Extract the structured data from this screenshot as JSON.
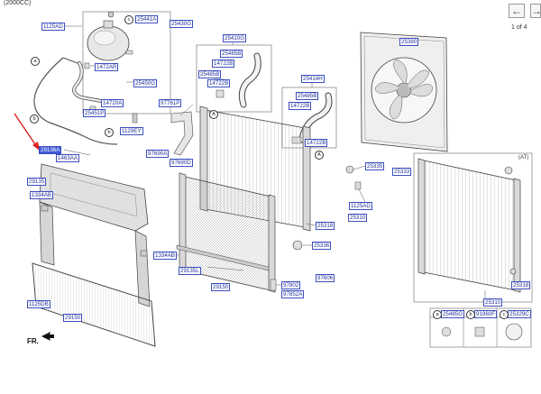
{
  "header": {
    "engine_label": "(2000CC)",
    "pager": "1 of 4"
  },
  "nav": {
    "prev_icon": "arrow-left-icon",
    "next_icon": "arrow-right-icon",
    "prev_glyph": "←",
    "next_glyph": "→"
  },
  "highlight_color": "#3f5bd8",
  "part_labels": {
    "p1125AD_a": "1125AD",
    "p25441A": "25441A",
    "p25430G": "25430G",
    "p1472AR": "1472AR",
    "p25450G": "25450G",
    "p14720A": "14720A",
    "p25451P": "25451P",
    "p25410G": "25410G",
    "p25485B_a": "25485B",
    "p14722B_a": "14722B",
    "p25485B_b": "25485B",
    "p14722B_b": "14722B",
    "p25414H": "25414H",
    "p25485B_c": "25485B",
    "p14722B_c": "14722B",
    "p14722B_d": "14722B",
    "p25380": "25380",
    "p97761P": "97761P",
    "p1129EY": "1129EY",
    "p97690A": "97690A",
    "p97690D": "97690D",
    "p29136A": "29136A",
    "p1463AA": "1463AA",
    "p29135": "29135",
    "p1334AB_a": "1334AB",
    "p1334AB_b": "1334AB",
    "p29135L": "29135L",
    "p29150_a": "29150",
    "p1125DB": "1125DB",
    "p29150_b": "29150",
    "p25335": "25335",
    "p25333": "25333",
    "p1125AD_b": "1125AD",
    "p25318_a": "25318",
    "p25310_a": "25310",
    "p25336": "25336",
    "p97802": "97802",
    "p97606": "97606",
    "p97852A": "97852A",
    "p25310_b": "25310",
    "p25318_b": "25318",
    "p25485G": "25485G",
    "p91960F": "91960F",
    "p25329C": "25329C"
  },
  "callout_letters": {
    "a1": "a",
    "b1": "b",
    "c1": "c",
    "b2": "b",
    "A1": "A",
    "A2": "A",
    "a2": "a",
    "b3": "b",
    "c2": "c"
  },
  "annotations": {
    "at_label": "(AT)",
    "front_label": "FR."
  }
}
